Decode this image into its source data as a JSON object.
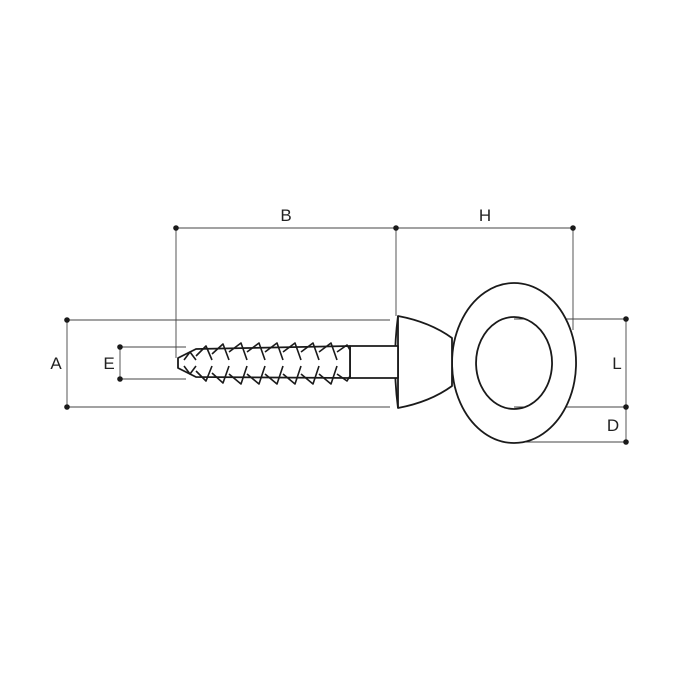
{
  "diagram": {
    "labels": {
      "A": "A",
      "B": "B",
      "D": "D",
      "E": "E",
      "H": "H",
      "L": "L"
    },
    "colors": {
      "line": "#1a1a1a",
      "dimension": "#444444",
      "background": "#ffffff"
    }
  }
}
